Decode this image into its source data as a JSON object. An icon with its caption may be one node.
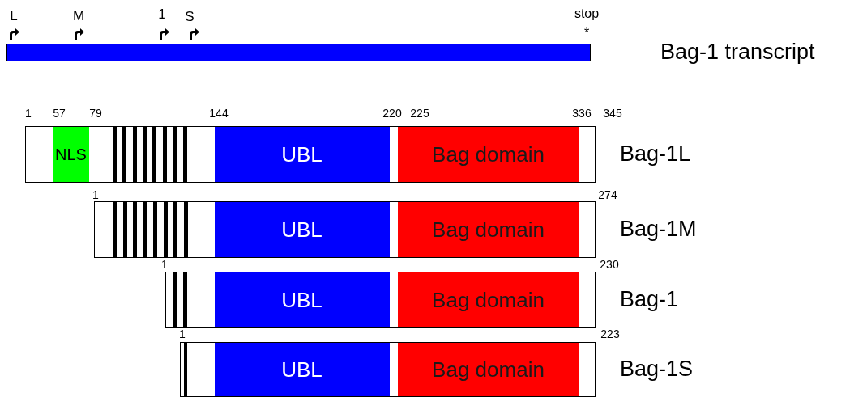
{
  "diagram": {
    "nodes": [
      {
        "text": [],
        "shape": "bar",
        "beside": [
          "Bag-1 transcript"
        ]
      },
      {
        "text": [],
        "shape": "bar",
        "beside": [
          "Bag-1L"
        ]
      },
      {
        "text": [
          "NLS"
        ],
        "in": 1
      },
      {
        "text": [
          "UBL"
        ],
        "in": 1
      },
      {
        "text": [
          "Bag domain"
        ],
        "in": 1
      },
      {
        "text": [],
        "shape": "bar",
        "beside": [
          "Bag-1M"
        ]
      },
      {
        "text": [
          "UBL"
        ],
        "in": 5
      },
      {
        "text": [
          "Bag domain"
        ],
        "in": 5
      },
      {
        "text": [],
        "shape": "bar",
        "beside": [
          "Bag-1"
        ]
      },
      {
        "text": [
          "UBL"
        ],
        "in": 8
      },
      {
        "text": [
          "Bag domain"
        ],
        "in": 8
      },
      {
        "text": [],
        "shape": "bar",
        "beside": [
          "Bag-1S"
        ]
      },
      {
        "text": [
          "UBL"
        ],
        "in": 11
      },
      {
        "text": [
          "Bag domain"
        ],
        "in": 11
      }
    ],
    "edges": [],
    "labels": [
      "L",
      "M",
      "1",
      "S",
      "stop",
      "*",
      "1",
      "57",
      "79",
      "144",
      "220",
      "225",
      "336",
      "345",
      "1",
      "274",
      "1",
      "230",
      "1",
      "223"
    ]
  }
}
